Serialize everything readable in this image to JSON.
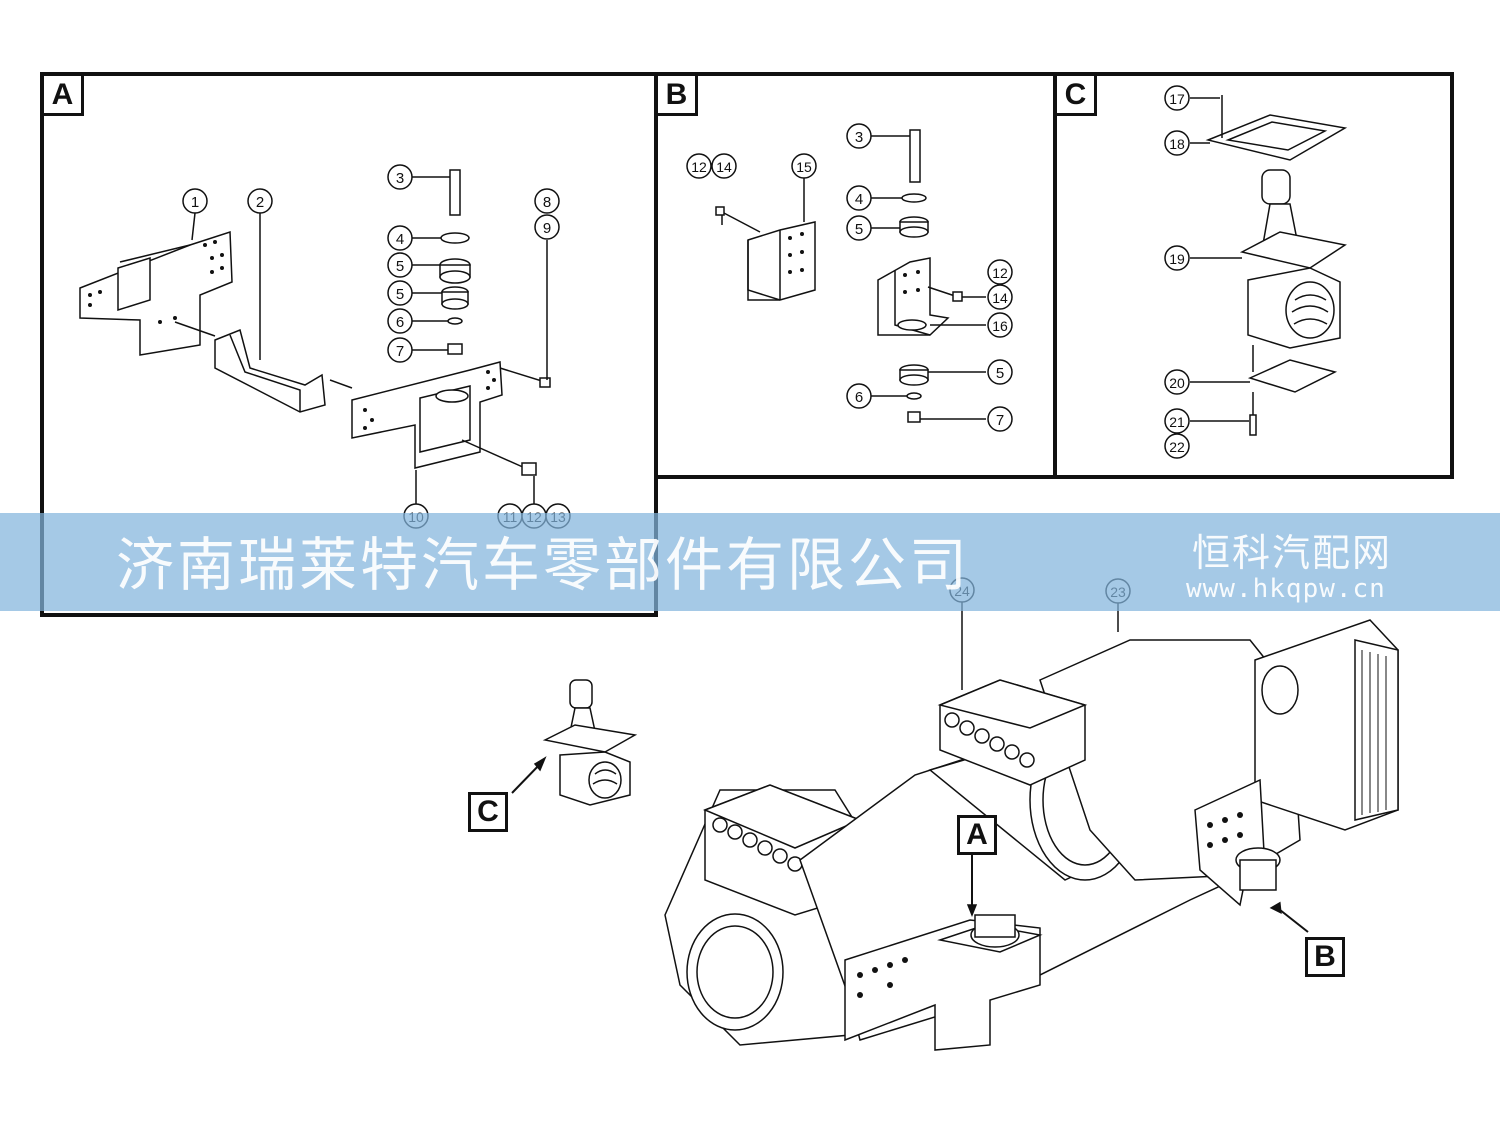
{
  "panels": [
    {
      "label": "A",
      "parts": [
        "1",
        "2",
        "3",
        "4",
        "5",
        "5",
        "6",
        "7",
        "8",
        "9",
        "10",
        "11",
        "12",
        "13"
      ]
    },
    {
      "label": "B",
      "parts": [
        "12",
        "14",
        "15",
        "3",
        "4",
        "5",
        "12",
        "14",
        "16",
        "5",
        "6",
        "7"
      ]
    },
    {
      "label": "C",
      "parts": [
        "17",
        "18",
        "19",
        "20",
        "21",
        "22"
      ]
    }
  ],
  "assembly": {
    "callouts": [
      "A",
      "B",
      "C"
    ],
    "parts": [
      "24",
      "23"
    ]
  },
  "watermark": {
    "company": "济南瑞莱特汽车零部件有限公司",
    "site": "恒科汽配网",
    "url": "www.hkqpw.cn"
  }
}
